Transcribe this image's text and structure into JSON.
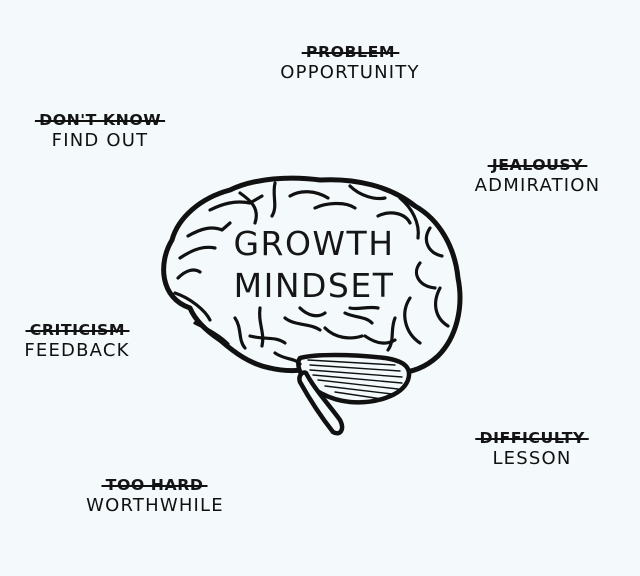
{
  "colors": {
    "background": "#f4fafc",
    "ink": "#111111"
  },
  "center": {
    "icon": "brain-icon",
    "line1": "GROWTH",
    "line2": "MINDSET"
  },
  "reframes": [
    {
      "id": "problem",
      "crossed_out": "PROBLEM",
      "replacement": "OPPORTUNITY"
    },
    {
      "id": "dont-know",
      "crossed_out": "DON'T KNOW",
      "replacement": "FIND OUT"
    },
    {
      "id": "jealousy",
      "crossed_out": "JEALOUSY",
      "replacement": "ADMIRATION"
    },
    {
      "id": "criticism",
      "crossed_out": "CRITICISM",
      "replacement": "FEEDBACK"
    },
    {
      "id": "difficulty",
      "crossed_out": "DIFFICULTY",
      "replacement": "LESSON"
    },
    {
      "id": "too-hard",
      "crossed_out": "TOO HARD",
      "replacement": "WORTHWHILE"
    }
  ]
}
